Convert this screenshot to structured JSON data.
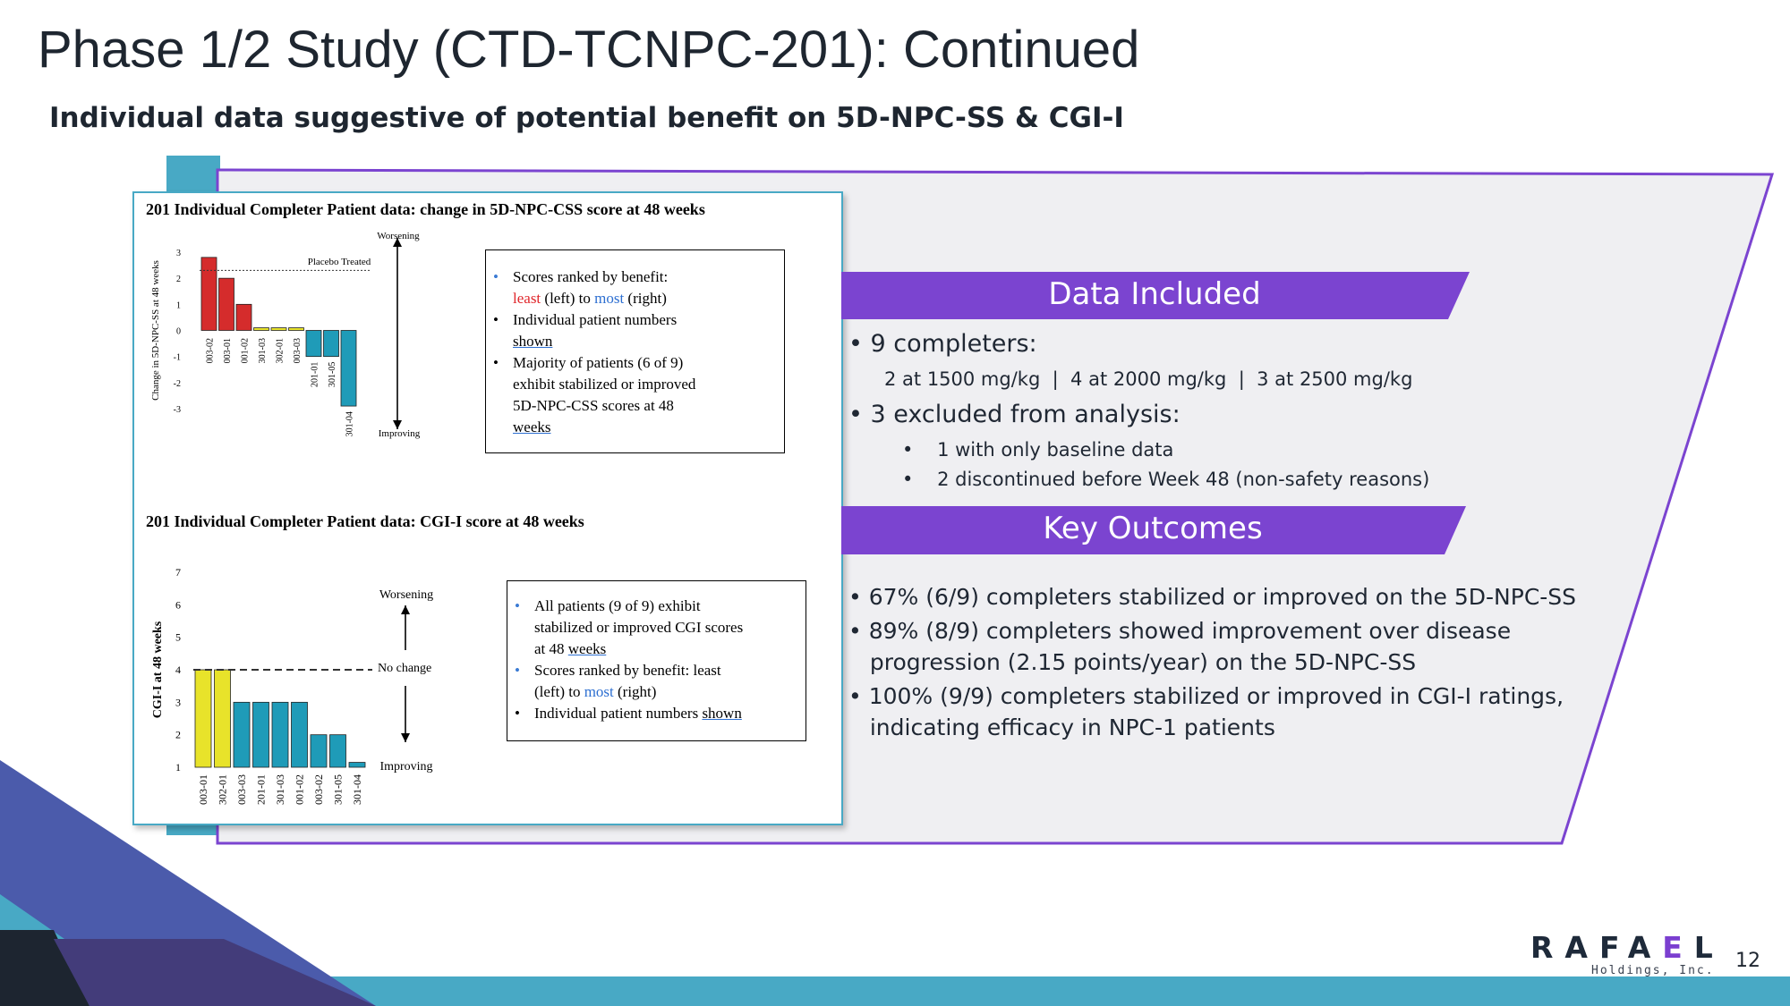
{
  "title": "Phase 1/2 Study (CTD-TCNPC-201): Continued",
  "subtitle": "Individual data suggestive of potential benefit on 5D-NPC-SS & CGI-I",
  "colors": {
    "accent_purple": "#7b44d0",
    "teal": "#48a9c5",
    "dark_navy": "#1d2530",
    "blue_triangle": "#4b5bab",
    "bar_red": "#d52c2c",
    "bar_yellow": "#e8e32a",
    "bar_teal": "#1f9bb8"
  },
  "figure": {
    "chart1_title": "201 Individual Completer Patient data: change in 5D-NPC-CSS score at 48 weeks",
    "chart2_title": "201 Individual Completer Patient data: CGI-I score at 48 weeks",
    "legend1": {
      "item1_a": "Scores ranked by benefit:",
      "item1_least": "least",
      "item1_mid": " (left) to ",
      "item1_most": "most",
      "item1_end": " (right)",
      "item2_a": "Individual patient numbers",
      "item2_b": "shown",
      "item3_a": "Majority of patients (6 of 9)",
      "item3_b": "exhibit stabilized or improved",
      "item3_c": "5D-NPC-CSS scores at 48",
      "item3_d": "weeks"
    },
    "legend2": {
      "item1_a": "All patients (9 of 9) exhibit",
      "item1_b": "stabilized or improved CGI scores",
      "item1_c": "at 48 ",
      "item1_d": "weeks",
      "item2_a": "Scores ranked by benefit: least",
      "item2_b": "(left) to ",
      "item2_most": "most",
      "item2_c": " (right)",
      "item3_a": "Individual patient numbers ",
      "item3_b": "shown"
    }
  },
  "chart_data": [
    {
      "type": "bar",
      "title": "201 Individual Completer Patient data: change in 5D-NPC-CSS score at 48 weeks",
      "ylabel": "Change in 5D-NPC-SS at 48 weeks",
      "categories": [
        "003-02",
        "003-01",
        "001-02",
        "301-03",
        "302-01",
        "003-03",
        "201-01",
        "301-05",
        "301-04"
      ],
      "values": [
        2.8,
        2.0,
        1.0,
        0.1,
        0.1,
        0.1,
        -1.0,
        -1.0,
        -2.9
      ],
      "colors": [
        "#d52c2c",
        "#d52c2c",
        "#d52c2c",
        "#e8e32a",
        "#e8e32a",
        "#e8e32a",
        "#1f9bb8",
        "#1f9bb8",
        "#1f9bb8"
      ],
      "ylim": [
        -3,
        3
      ],
      "yticks": [
        -3,
        -2,
        -1,
        0,
        1,
        2,
        3
      ],
      "reference_line": {
        "label": "Placebo Treated",
        "value": 2.3
      },
      "arrow_labels": {
        "top": "Worsening",
        "bottom": "Improving"
      }
    },
    {
      "type": "bar",
      "title": "201 Individual Completer Patient data: CGI-I score at 48 weeks",
      "ylabel": "CGI-I at 48 weeks",
      "categories": [
        "003-01",
        "302-01",
        "003-03",
        "201-01",
        "301-03",
        "001-02",
        "003-02",
        "301-05",
        "301-04"
      ],
      "values": [
        4,
        4,
        3,
        3,
        3,
        3,
        2,
        2,
        1.15
      ],
      "colors": [
        "#e8e32a",
        "#e8e32a",
        "#1f9bb8",
        "#1f9bb8",
        "#1f9bb8",
        "#1f9bb8",
        "#1f9bb8",
        "#1f9bb8",
        "#1f9bb8"
      ],
      "ylim": [
        1,
        7
      ],
      "yticks": [
        1,
        2,
        3,
        4,
        5,
        6,
        7
      ],
      "reference_line": {
        "label": "No change",
        "value": 4
      },
      "arrow_labels": {
        "top": "Worsening",
        "bottom": "Improving"
      }
    }
  ],
  "panel": {
    "data_included_label": "Data Included",
    "completers": "9 completers:",
    "doses": "2 at 1500 mg/kg  |  4 at 2000 mg/kg  |  3 at 2500 mg/kg",
    "excluded": "3 excluded from analysis:",
    "excl_1": "1 with only baseline data",
    "excl_2": "2 discontinued before Week 48 (non-safety reasons)",
    "key_outcomes_label": "Key Outcomes",
    "outcome_1": "67% (6/9) completers stabilized or improved on the 5D-NPC-SS",
    "outcome_2a": "89% (8/9) completers showed improvement over disease",
    "outcome_2b": "progression (2.15 points/year) on the 5D-NPC-SS",
    "outcome_3a": "100% (9/9) completers stabilized or improved in CGI-I ratings,",
    "outcome_3b": "indicating efficacy in NPC-1 patients"
  },
  "logo": {
    "main_1": "RAFA",
    "main_e": "E",
    "main_2": "L",
    "sub": "Holdings, Inc."
  },
  "page_number": "12"
}
